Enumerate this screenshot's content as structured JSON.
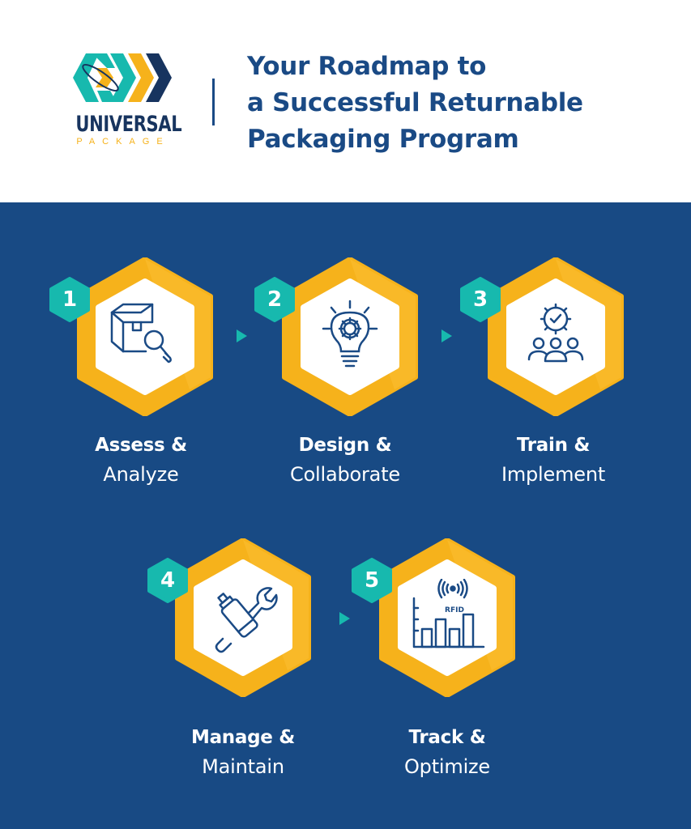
{
  "brand": {
    "name": "UNIVERSAL",
    "subname": "PACKAGE",
    "colors": {
      "teal": "#17b9ae",
      "gold": "#f6b21b",
      "navy": "#17345f",
      "blue": "#1a4a85"
    }
  },
  "header": {
    "title_lines": [
      "Your Roadmap to",
      "a Successful Returnable",
      "Packaging Program"
    ]
  },
  "panel": {
    "background": "#184a84"
  },
  "steps": [
    {
      "number": "1",
      "bold": "Assess &",
      "regular": "Analyze",
      "icon": "box-magnifier-icon"
    },
    {
      "number": "2",
      "bold": "Design &",
      "regular": "Collaborate",
      "icon": "lightbulb-gear-icon"
    },
    {
      "number": "3",
      "bold": "Train &",
      "regular": "Implement",
      "icon": "team-gear-check-icon"
    },
    {
      "number": "4",
      "bold": "Manage &",
      "regular": "Maintain",
      "icon": "spray-can-wrench-icon"
    },
    {
      "number": "5",
      "bold": "Track &",
      "regular": "Optimize",
      "icon": "rfid-bar-chart-icon",
      "icon_text": "RFID"
    }
  ]
}
